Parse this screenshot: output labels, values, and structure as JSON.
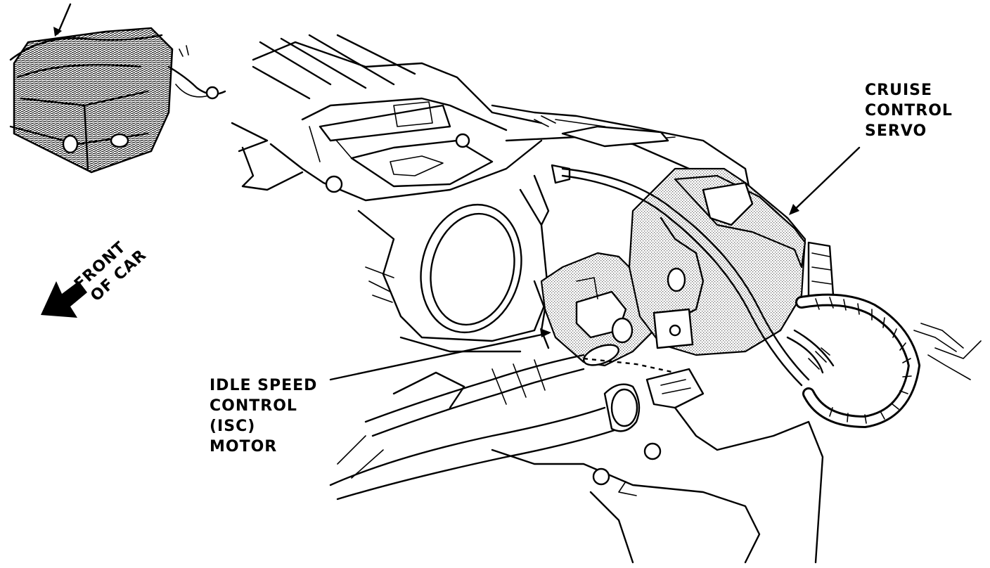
{
  "labels": {
    "cruise_control_servo": [
      "CRUISE",
      "CONTROL",
      "SERVO"
    ],
    "idle_speed_control_motor": [
      "IDLE SPEED",
      "CONTROL",
      "(ISC)",
      "MOTOR"
    ],
    "front_of_car": [
      "FRONT",
      "OF CAR"
    ]
  },
  "icons": {
    "direction_arrow": "front-of-car-arrow-icon",
    "locator_arrow": "locator-arrow-icon"
  },
  "colors": {
    "ink": "#000000",
    "paper": "#ffffff",
    "stipple": "#8a8a8a"
  }
}
